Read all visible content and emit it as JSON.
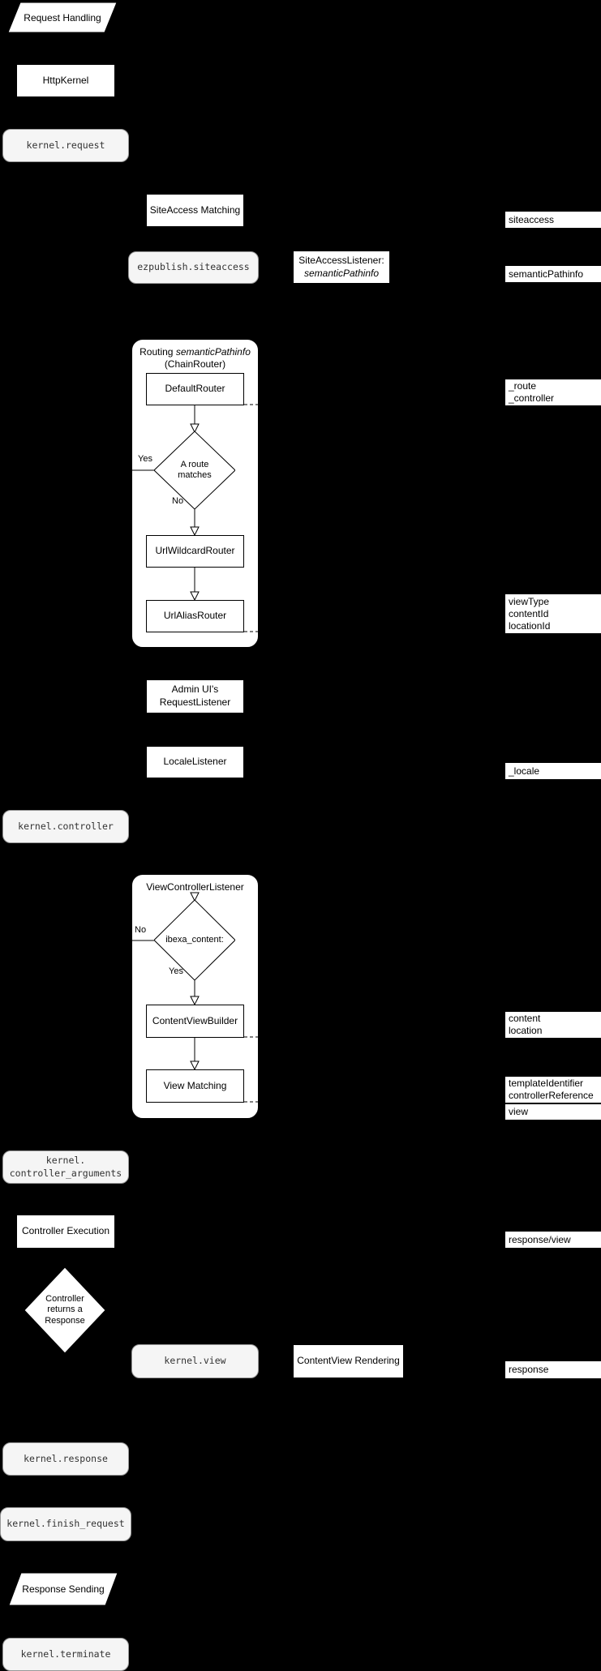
{
  "colors": {
    "background": "#000000",
    "node_fill": "#ffffff",
    "node_border": "#000000",
    "event_fill": "#f5f5f5",
    "event_border": "#999999",
    "event_text": "#333333"
  },
  "nodes": {
    "request_handling": {
      "label": "Request Handling"
    },
    "http_kernel": {
      "label": "HttpKernel"
    },
    "kernel_request": {
      "label": "kernel.request"
    },
    "siteaccess_matching": {
      "label": "SiteAccess Matching"
    },
    "ezpublish_siteaccess": {
      "label": "ezpublish.siteaccess"
    },
    "siteaccess_listener": {
      "line1": "SiteAccessListener:",
      "line2": "semanticPathinfo"
    },
    "routing_container": {
      "title_prefix": "Routing ",
      "title_italic": "semanticPathinfo",
      "subtitle": "(ChainRouter)"
    },
    "default_router": {
      "label": "DefaultRouter"
    },
    "route_matches_decision": {
      "line1": "A route",
      "line2": "matches",
      "yes": "Yes",
      "no": "No"
    },
    "url_wildcard_router": {
      "label": "UrlWildcardRouter"
    },
    "url_alias_router": {
      "label": "UrlAliasRouter"
    },
    "admin_request_listener": {
      "line1": "Admin UI's",
      "line2": "RequestListener"
    },
    "locale_listener": {
      "label": "LocaleListener"
    },
    "kernel_controller": {
      "label": "kernel.controller"
    },
    "view_controller_container": {
      "title": "ViewControllerListener"
    },
    "ibexa_content_decision": {
      "label": "ibexa_content:",
      "yes": "Yes",
      "no": "No"
    },
    "content_view_builder": {
      "label": "ContentViewBuilder"
    },
    "view_matching": {
      "label": "View Matching"
    },
    "kernel_controller_arguments": {
      "line1": "kernel.",
      "line2": "controller_arguments"
    },
    "controller_execution": {
      "label": "Controller Execution"
    },
    "controller_returns_decision": {
      "line1": "Controller",
      "line2": "returns a",
      "line3": "Response"
    },
    "kernel_view": {
      "label": "kernel.view"
    },
    "content_view_rendering": {
      "label": "ContentView Rendering"
    },
    "kernel_response": {
      "label": "kernel.response"
    },
    "kernel_finish_request": {
      "label": "kernel.finish_request"
    },
    "response_sending": {
      "label": "Response Sending"
    },
    "kernel_terminate": {
      "label": "kernel.terminate"
    }
  },
  "side_labels": {
    "siteaccess": {
      "lines": [
        "siteaccess"
      ]
    },
    "semantic_pathinfo": {
      "lines": [
        "semanticPathinfo"
      ]
    },
    "route_controller": {
      "lines": [
        "_route",
        "_controller"
      ]
    },
    "view_params": {
      "lines": [
        "viewType",
        "contentId",
        "locationId"
      ]
    },
    "locale": {
      "lines": [
        "_locale"
      ]
    },
    "content_location": {
      "lines": [
        "content",
        "location"
      ]
    },
    "template_controller": {
      "lines": [
        "templateIdentifier",
        "controllerReference"
      ]
    },
    "view": {
      "lines": [
        "view"
      ]
    },
    "response_view": {
      "lines": [
        "response/view"
      ]
    },
    "response": {
      "lines": [
        "response"
      ]
    }
  }
}
